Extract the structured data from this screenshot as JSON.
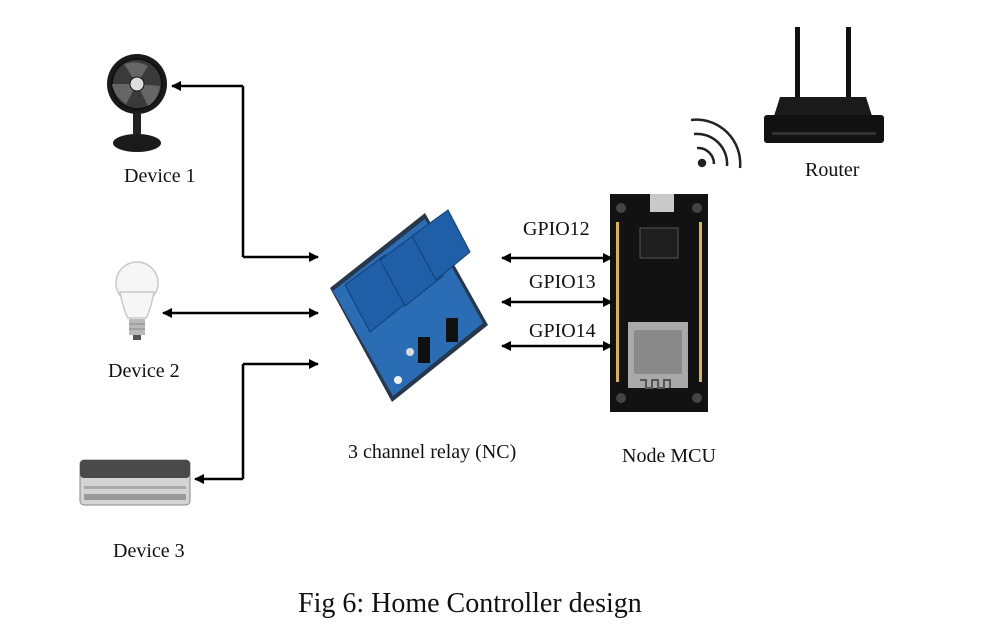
{
  "devices": [
    {
      "label": "Device 1",
      "icon": "fan-icon"
    },
    {
      "label": "Device 2",
      "icon": "bulb-icon"
    },
    {
      "label": "Device 3",
      "icon": "air-conditioner-icon"
    }
  ],
  "relay": {
    "label": "3 channel relay (NC)",
    "icon": "relay-module-icon"
  },
  "mcu": {
    "label": "Node MCU",
    "icon": "nodemcu-board-icon"
  },
  "router": {
    "label": "Router",
    "icon": "router-icon"
  },
  "gpio": [
    "GPIO12",
    "GPIO13",
    "GPIO14"
  ],
  "caption": "Fig 6: Home Controller design",
  "colors": {
    "relay_blue": "#1f5fa8",
    "pcb_black": "#111111",
    "arrow": "#000000"
  }
}
